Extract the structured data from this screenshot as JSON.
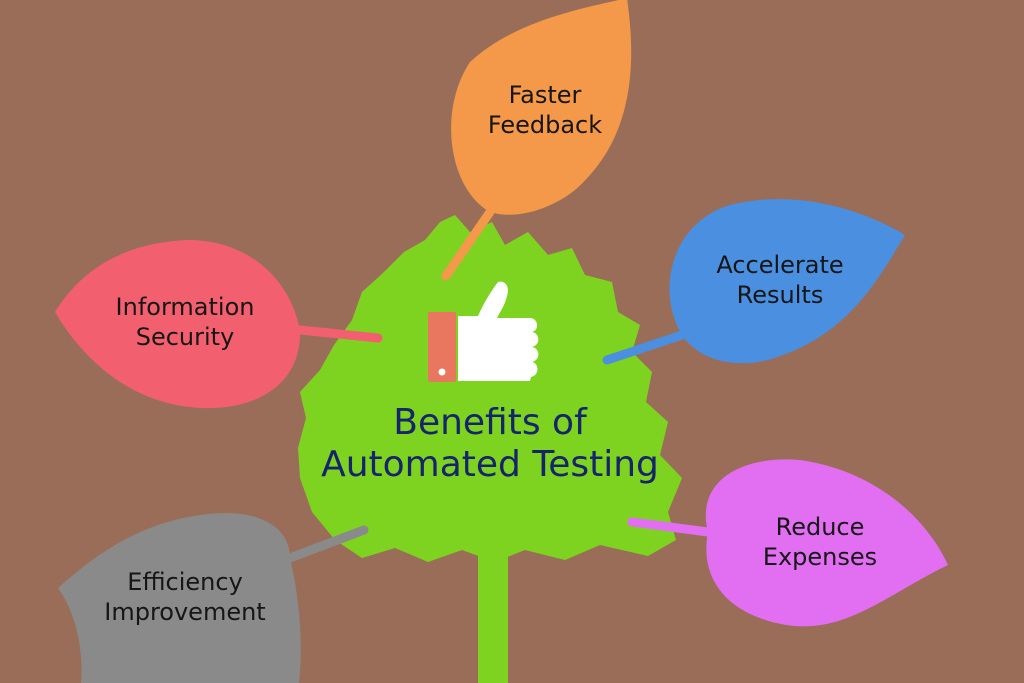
{
  "diagram": {
    "title_lines": [
      "Benefits of",
      "Automated Testing"
    ],
    "colors": {
      "background": "#9a6d58",
      "tree": "#7ed321",
      "title_text": "#15246b",
      "label_text": "#161616",
      "thumb_white": "#ffffff",
      "thumb_cuff": "#e9775f"
    },
    "icons": [
      "thumbs-up-icon",
      "tree-icon"
    ],
    "leaves": [
      {
        "id": "faster-feedback",
        "lines": [
          "Faster",
          "Feedback"
        ],
        "color": "#f4984a"
      },
      {
        "id": "accelerate-results",
        "lines": [
          "Accelerate",
          "Results"
        ],
        "color": "#4a8fe0"
      },
      {
        "id": "information-security",
        "lines": [
          "Information",
          "Security"
        ],
        "color": "#f2606f"
      },
      {
        "id": "reduce-expenses",
        "lines": [
          "Reduce",
          "Expenses"
        ],
        "color": "#e26ef2"
      },
      {
        "id": "efficiency-improvement",
        "lines": [
          "Efficiency",
          "Improvement"
        ],
        "color": "#8a8a8a"
      }
    ]
  }
}
